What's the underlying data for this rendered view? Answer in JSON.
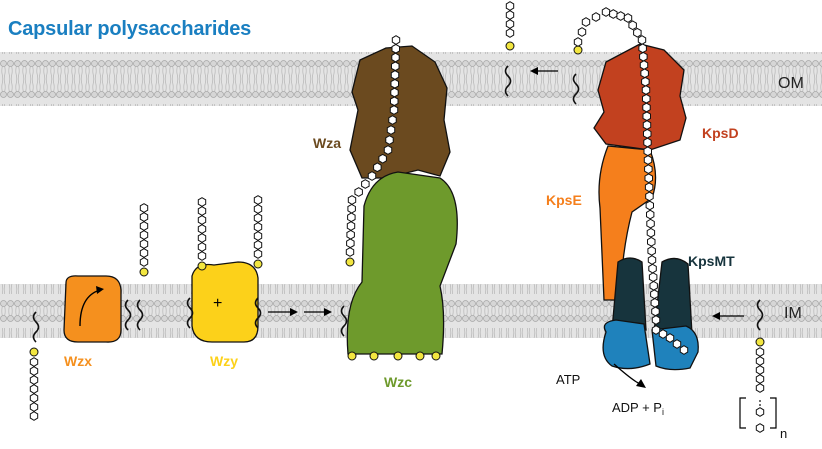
{
  "title": "Capsular polysaccharides",
  "membranes": {
    "outer": "OM",
    "inner": "IM"
  },
  "proteins": {
    "wza": "Wza",
    "wzc": "Wzc",
    "wzx": "Wzx",
    "wzy": "Wzy",
    "kpsd": "KpsD",
    "kpse": "KpsE",
    "kpsmt": "KpsMT"
  },
  "labels": {
    "atp": "ATP",
    "adp": "ADP + P",
    "adp_sub": "i",
    "repeat": "n",
    "plus": "+"
  },
  "colors": {
    "title": "#1a7fc1",
    "membrane": "#e4e4e4",
    "wza": "#6b4a1f",
    "wzc": "#6e9a2c",
    "wzx": "#f5901e",
    "wzy": "#fcd11a",
    "kpsd": "#c2411f",
    "kpse": "#f57f1c",
    "kpsmt_tm": "#17343d",
    "kpsmt_nbd": "#1f82bc",
    "sugar": "#ffffff",
    "lipid_head": "#f2e640"
  }
}
